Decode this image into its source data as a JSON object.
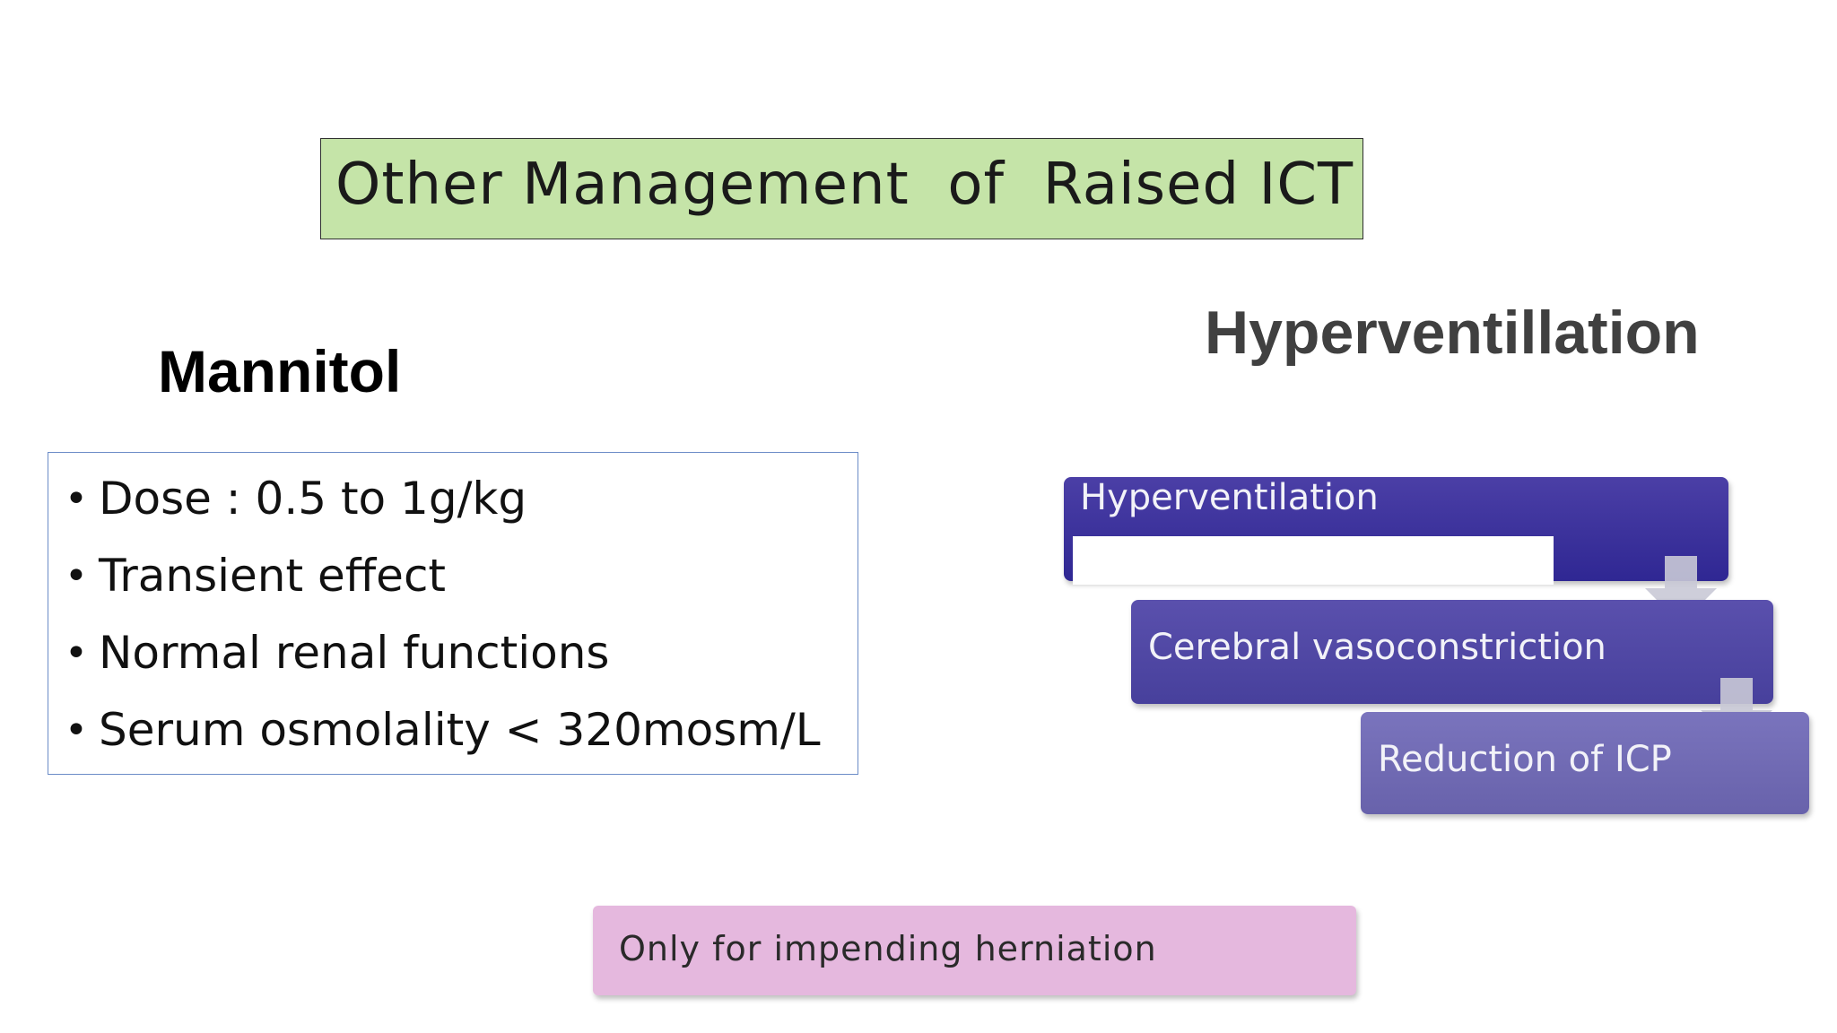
{
  "slide": {
    "title": "Other Management  of  Raised ICT",
    "left_section": {
      "heading": "Mannitol",
      "bullets": [
        "Dose : 0.5 to 1g/kg",
        "Transient effect",
        "Normal renal functions",
        "Serum osmolality < 320mosm/L"
      ]
    },
    "right_section": {
      "heading": "Hyperventillation",
      "flow_steps": [
        "Hyperventilation",
        "Cerebral vasoconstriction",
        "Reduction of ICP"
      ]
    },
    "note": "Only for impending herniation"
  },
  "colors": {
    "title_box": "#c5e4a8",
    "bullet_box_border": "#6b8cc7",
    "step1": "#3a3099",
    "step2": "#5048a3",
    "step3": "#6f69b3",
    "arrow": "#c9c9d6",
    "note_box": "#e5b8de"
  },
  "bullet_marker": "•"
}
